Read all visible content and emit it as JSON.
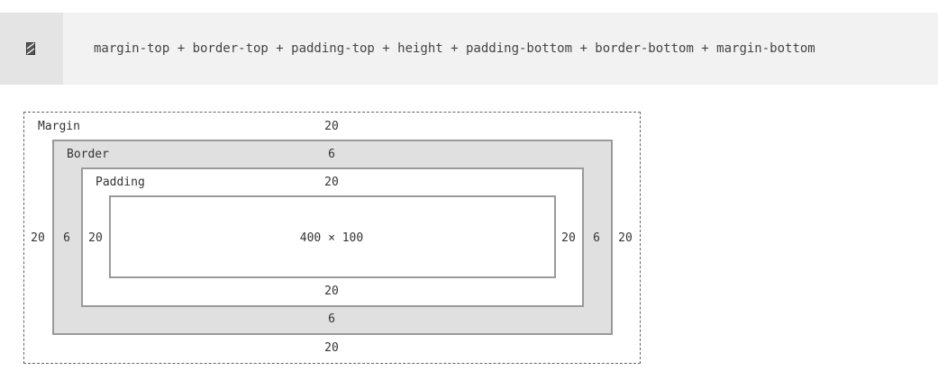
{
  "formula": {
    "text": "margin-top + border-top + padding-top + height + padding-bottom + border-bottom + margin-bottom"
  },
  "diagram": {
    "margin": {
      "label": "Margin",
      "top": "20",
      "bottom": "20",
      "left": "20",
      "right": "20"
    },
    "border": {
      "label": "Border",
      "top": "6",
      "bottom": "6",
      "left": "6",
      "right": "6"
    },
    "padding": {
      "label": "Padding",
      "top": "20",
      "bottom": "20",
      "left": "20",
      "right": "20"
    },
    "content": {
      "size": "400 × 100"
    }
  },
  "colors": {
    "border_fill": "#e0e0e0",
    "box_stroke": "#9a9a9a",
    "formula_bg": "#f2f2f2"
  },
  "icons": {
    "formula_icon": "copy-icon"
  }
}
